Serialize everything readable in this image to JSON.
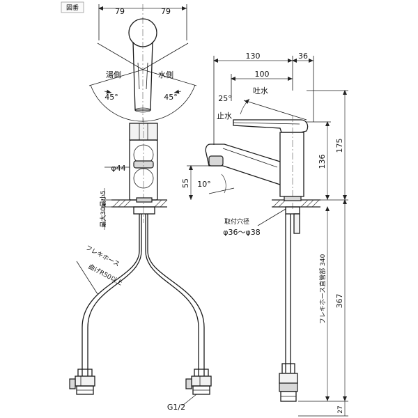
{
  "page": {
    "tag_label": "図番"
  },
  "top_view": {
    "dim_left": "79",
    "dim_right": "79",
    "hot_side": "湯側",
    "cold_side": "水側",
    "angle_left": "45°",
    "angle_right": "45°"
  },
  "front_view": {
    "dim_body_diameter": "φ44",
    "dim_counter_max": "最大30最小5",
    "hose_note": "フレキホース",
    "hose_bend_note": "曲げR50以上",
    "thread_label": "G1/2"
  },
  "side_view": {
    "dim_total_reach": "130",
    "dim_back": "36",
    "dim_spout_reach": "100",
    "lever_angle": "25°",
    "outlet_label": "吐水",
    "stop_label": "止水",
    "dim_height_175": "175",
    "dim_height_136": "136",
    "dim_spout_height": "55",
    "spout_angle": "10°",
    "mount_hole_label": "取付穴径",
    "mount_hole_value": "φ36～φ38",
    "hose_length_label": "フレキホース直管部 340",
    "dim_hose_367": "367",
    "dim_bottom_27": "27"
  },
  "colors": {
    "line": "#1a1a1a",
    "background": "#ffffff"
  }
}
